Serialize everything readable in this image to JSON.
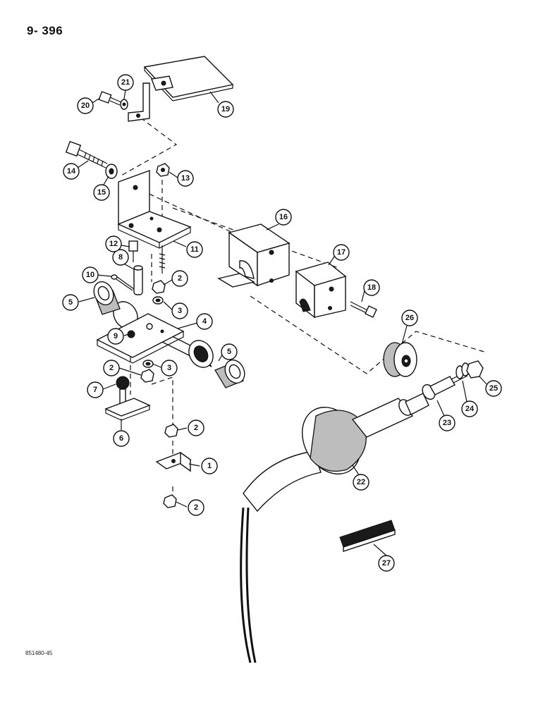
{
  "page": {
    "number": "9- 396",
    "figure_code": "851480-45"
  },
  "callouts": [
    "1",
    "2",
    "3",
    "4",
    "5",
    "6",
    "7",
    "8",
    "9",
    "10",
    "11",
    "12",
    "13",
    "14",
    "15",
    "16",
    "17",
    "18",
    "19",
    "20",
    "21",
    "22",
    "23",
    "24",
    "25",
    "26",
    "27"
  ]
}
